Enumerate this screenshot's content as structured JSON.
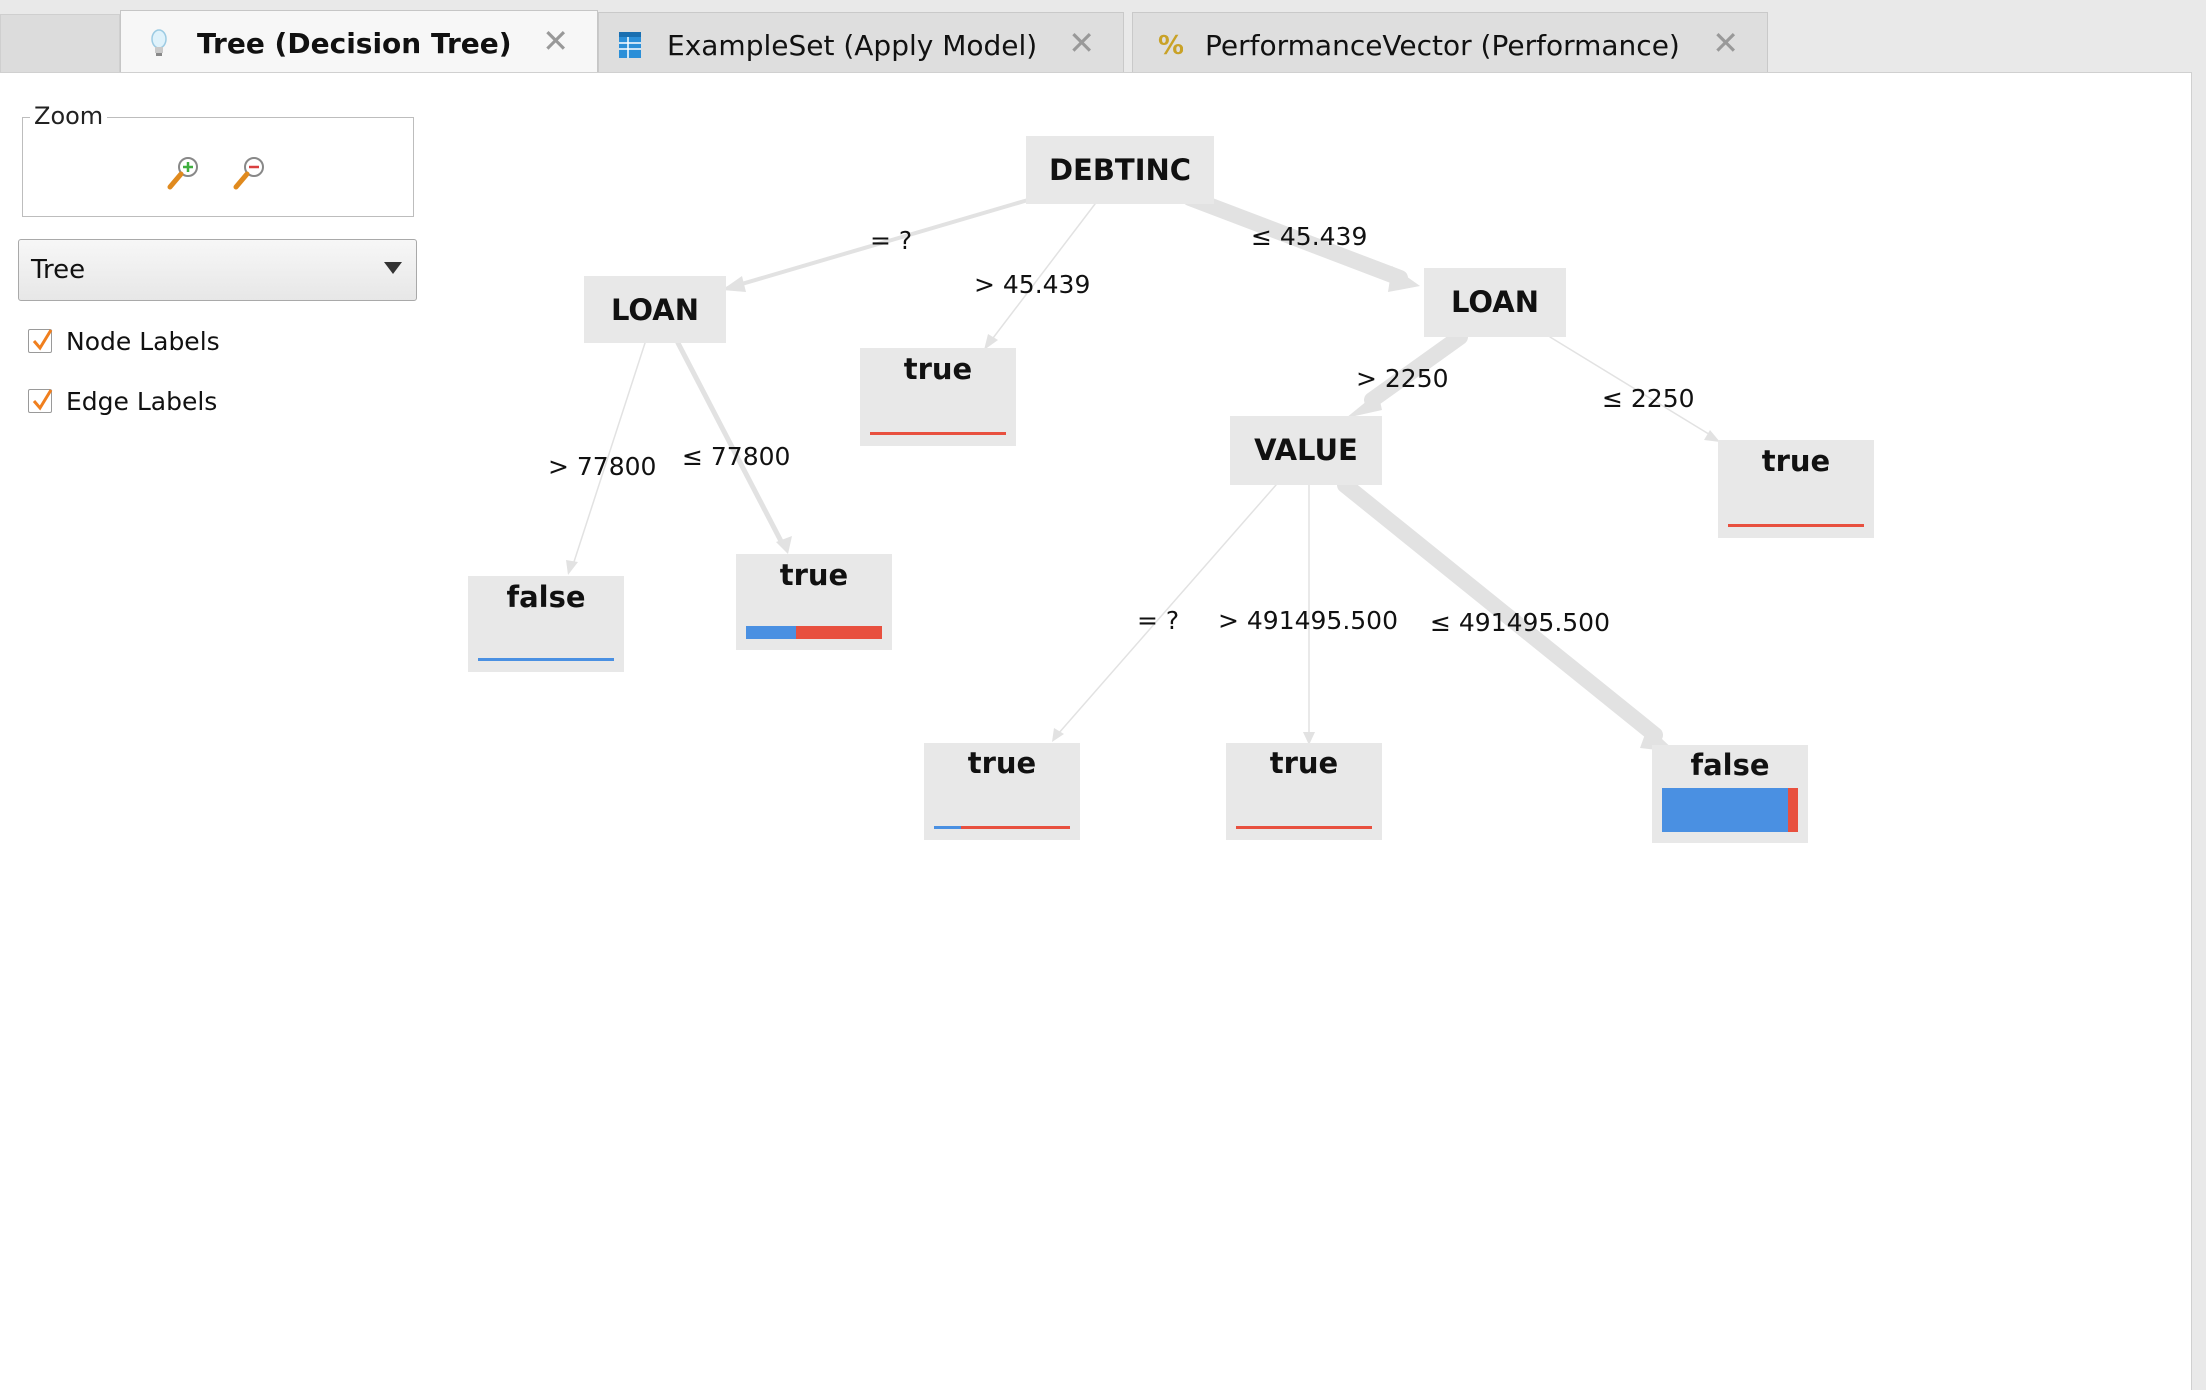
{
  "tabs": [
    {
      "label": "Tree (Decision Tree)",
      "icon": "lightbulb-icon",
      "active": true
    },
    {
      "label": "ExampleSet (Apply Model)",
      "icon": "table-icon",
      "active": false
    },
    {
      "label": "PerformanceVector (Performance)",
      "icon": "percent-icon",
      "active": false
    }
  ],
  "sidebar": {
    "zoom_legend": "Zoom",
    "zoom_in_icon": "zoom-in-icon",
    "zoom_out_icon": "zoom-out-icon",
    "view_select_value": "Tree",
    "node_labels": {
      "label": "Node Labels",
      "checked": true
    },
    "edge_labels": {
      "label": "Edge Labels",
      "checked": true
    }
  },
  "colors": {
    "class_false": "#4a90e2",
    "class_true": "#e8503f",
    "accent_check": "#f07f1e"
  },
  "tree": {
    "nodes": {
      "root": "DEBTINC",
      "loan_left": "LOAN",
      "loan_right": "LOAN",
      "value": "VALUE",
      "leaf_true_1": "true",
      "leaf_false_1": "false",
      "leaf_true_2": "true",
      "leaf_true_3": "true",
      "leaf_true_4": "true",
      "leaf_true_5": "true",
      "leaf_false_2": "false"
    },
    "edges": {
      "root_missing": "= ?",
      "root_gt": "> 45.439",
      "root_le": "≤ 45.439",
      "loanl_gt": "> 77800",
      "loanl_le": "≤ 77800",
      "loanr_gt": "> 2250",
      "loanr_le": "≤ 2250",
      "value_missing": "= ?",
      "value_gt": "> 491495.500",
      "value_le": "≤ 491495.500"
    },
    "leaf_distributions": {
      "leaf_true_1": {
        "false": 0.0,
        "true": 1.0
      },
      "leaf_false_1": {
        "false": 1.0,
        "true": 0.0
      },
      "leaf_true_2": {
        "false": 0.37,
        "true": 0.63
      },
      "leaf_true_3": {
        "false": 0.0,
        "true": 1.0
      },
      "leaf_true_4": {
        "false": 0.2,
        "true": 0.8
      },
      "leaf_true_5": {
        "false": 0.0,
        "true": 1.0
      },
      "leaf_false_2": {
        "false": 0.93,
        "true": 0.07
      }
    }
  }
}
